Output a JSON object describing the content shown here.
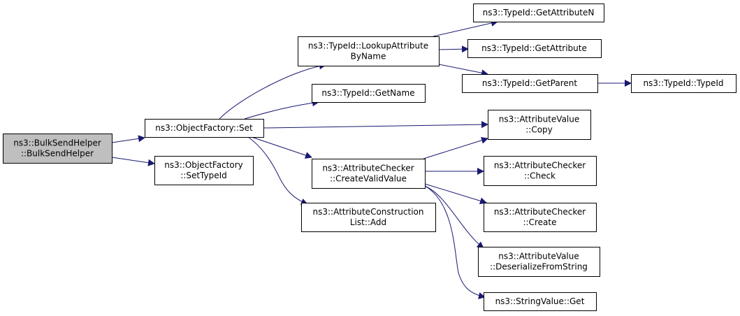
{
  "nodes": {
    "bulksend": {
      "lines": [
        "ns3::BulkSendHelper",
        "::BulkSendHelper"
      ],
      "highlighted": true
    },
    "of_set": {
      "lines": [
        "ns3::ObjectFactory::Set"
      ]
    },
    "of_settypeid": {
      "lines": [
        "ns3::ObjectFactory",
        "::SetTypeId"
      ]
    },
    "lookup": {
      "lines": [
        "ns3::TypeId::LookupAttribute",
        "ByName"
      ]
    },
    "getname": {
      "lines": [
        "ns3::TypeId::GetName"
      ]
    },
    "create_valid": {
      "lines": [
        "ns3::AttributeChecker",
        "::CreateValidValue"
      ]
    },
    "acl_add": {
      "lines": [
        "ns3::AttributeConstruction",
        "List::Add"
      ]
    },
    "get_attr_n": {
      "lines": [
        "ns3::TypeId::GetAttributeN"
      ]
    },
    "get_attr": {
      "lines": [
        "ns3::TypeId::GetAttribute"
      ]
    },
    "get_parent": {
      "lines": [
        "ns3::TypeId::GetParent"
      ]
    },
    "typeid": {
      "lines": [
        "ns3::TypeId::TypeId"
      ]
    },
    "av_copy": {
      "lines": [
        "ns3::AttributeValue",
        "::Copy"
      ]
    },
    "ac_check": {
      "lines": [
        "ns3::AttributeChecker",
        "::Check"
      ]
    },
    "ac_create": {
      "lines": [
        "ns3::AttributeChecker",
        "::Create"
      ]
    },
    "av_deser": {
      "lines": [
        "ns3::AttributeValue",
        "::DeserializeFromString"
      ]
    },
    "sv_get": {
      "lines": [
        "ns3::StringValue::Get"
      ]
    }
  },
  "edges": [
    {
      "from": "bulksend",
      "to": "of_set"
    },
    {
      "from": "bulksend",
      "to": "of_settypeid"
    },
    {
      "from": "of_set",
      "to": "lookup"
    },
    {
      "from": "of_set",
      "to": "getname"
    },
    {
      "from": "of_set",
      "to": "av_copy"
    },
    {
      "from": "of_set",
      "to": "create_valid"
    },
    {
      "from": "of_set",
      "to": "acl_add"
    },
    {
      "from": "lookup",
      "to": "get_attr_n"
    },
    {
      "from": "lookup",
      "to": "get_attr"
    },
    {
      "from": "lookup",
      "to": "get_parent"
    },
    {
      "from": "get_parent",
      "to": "typeid"
    },
    {
      "from": "create_valid",
      "to": "av_copy"
    },
    {
      "from": "create_valid",
      "to": "ac_check"
    },
    {
      "from": "create_valid",
      "to": "ac_create"
    },
    {
      "from": "create_valid",
      "to": "av_deser"
    },
    {
      "from": "create_valid",
      "to": "sv_get"
    }
  ],
  "colors": {
    "edge": "#191970",
    "node_border": "#000000",
    "node_fill": "#ffffff",
    "highlight_fill": "#bfbfbf"
  }
}
